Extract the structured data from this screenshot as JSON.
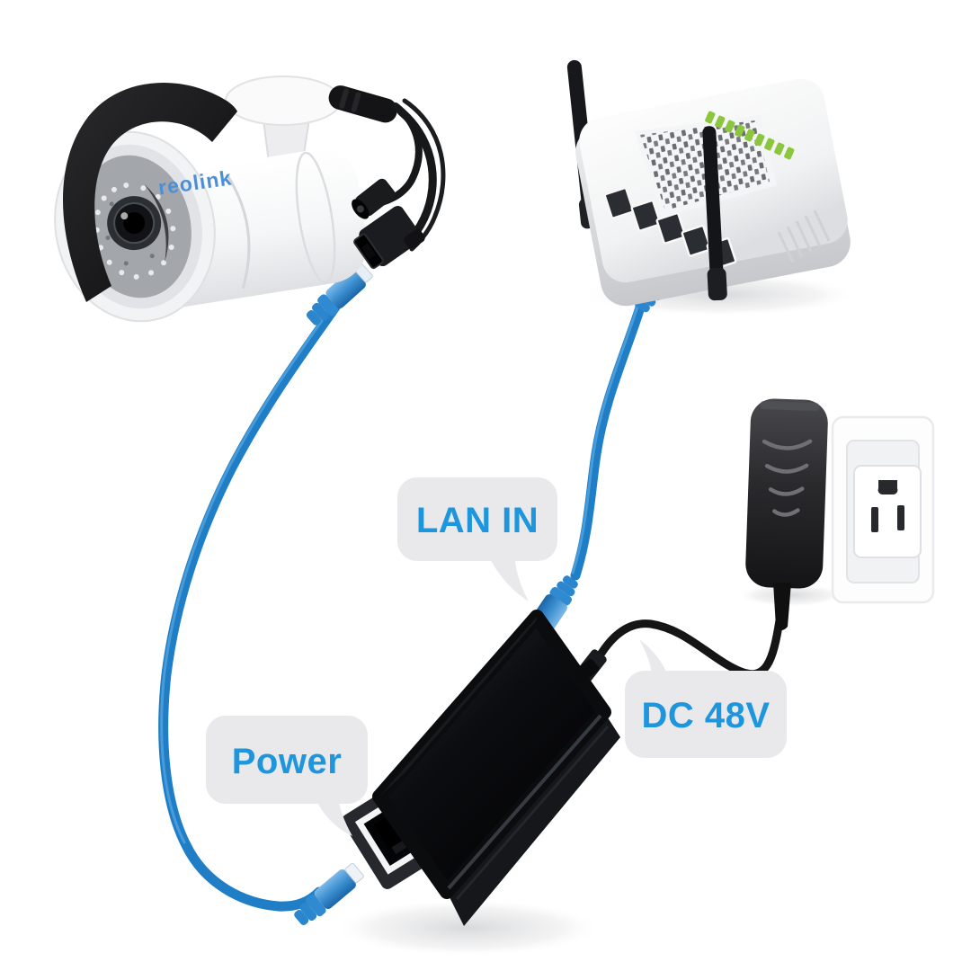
{
  "labels": {
    "lan_in": "LAN IN",
    "power": "Power",
    "dc_48v": "DC 48V"
  },
  "camera": {
    "brand_label": "reolink"
  },
  "colors": {
    "background": "#ffffff",
    "label_text": "#1e96dd",
    "label_bubble": "#e9e9eb",
    "ethernet_cable": "#1f7ec6",
    "ethernet_cable_highlight": "#62b1e6",
    "dc_cable": "#151515",
    "router_led": "#8cc63f",
    "logo_blue": "#4a8fd8"
  },
  "components": [
    {
      "id": "security-camera",
      "label": "reolink"
    },
    {
      "id": "wifi-router"
    },
    {
      "id": "poe-injector"
    },
    {
      "id": "power-adapter"
    },
    {
      "id": "wall-outlet"
    },
    {
      "id": "ethernet-cable-camera-to-injector",
      "port_label": "Power"
    },
    {
      "id": "ethernet-cable-router-to-injector",
      "port_label": "LAN IN"
    },
    {
      "id": "dc-power-cable",
      "port_label": "DC 48V"
    }
  ]
}
